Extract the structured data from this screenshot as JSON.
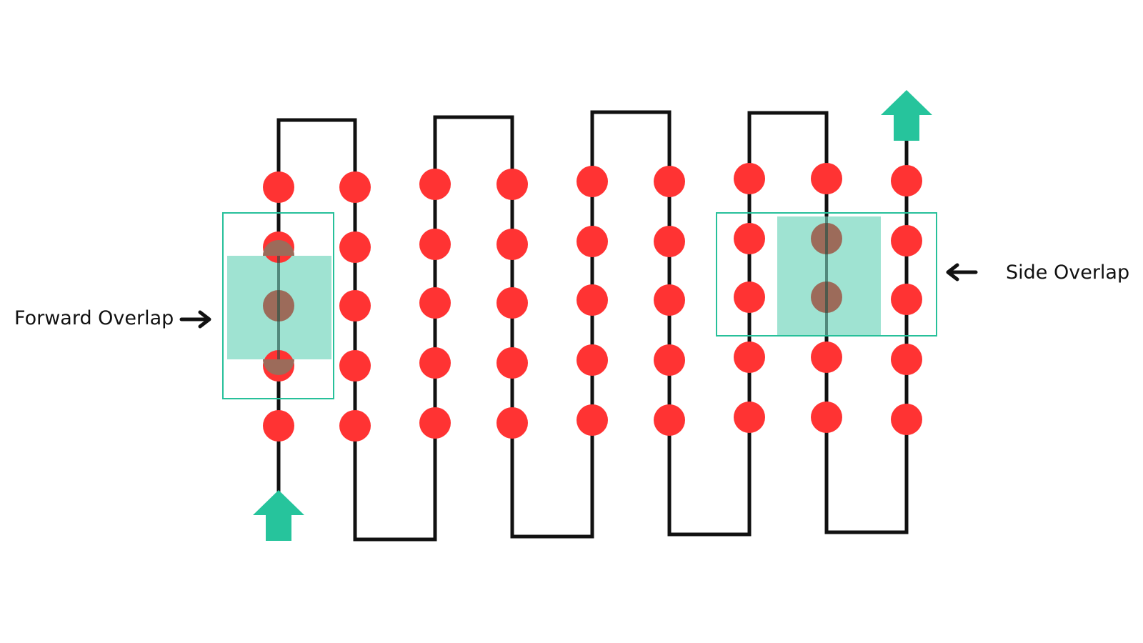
{
  "labels": {
    "forward": "Forward Overlap",
    "side": "Side Overlap"
  },
  "colors": {
    "path": "#111111",
    "waypoint": "#ff3333",
    "overlapped_waypoint": "#9c6b5a",
    "overlap_fill": "#9fe3d2",
    "overlap_frame": "#27c09a",
    "arrow": "#26c49c",
    "pointer": "#111111",
    "background": "#ffffff"
  },
  "icons": {
    "start": "arrow-up-icon",
    "end": "arrow-up-icon",
    "pointer_forward": "arrow-right-icon",
    "pointer_side": "arrow-left-icon"
  },
  "flight_lines": 9,
  "waypoints_per_line": 5
}
